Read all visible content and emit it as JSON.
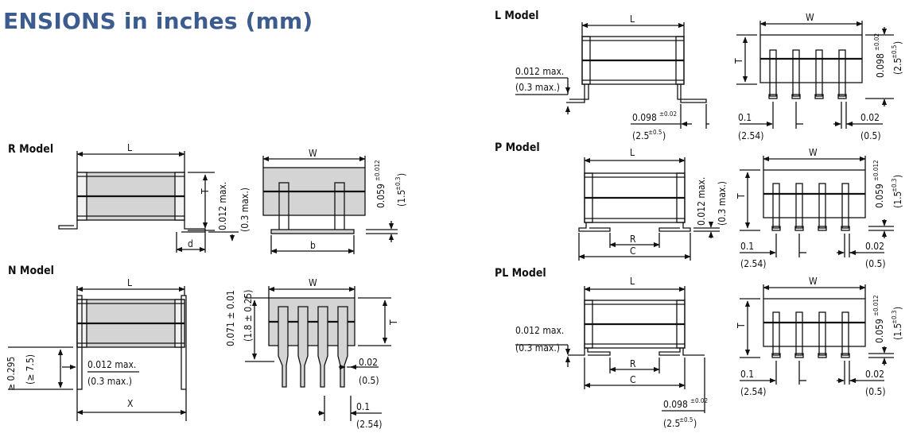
{
  "title": "ENSIONS in inches (mm)",
  "models": {
    "r": {
      "label": "R Model"
    },
    "n": {
      "label": "N Model"
    },
    "l": {
      "label": "L Model"
    },
    "p": {
      "label": "P Model"
    },
    "pl": {
      "label": "PL Model"
    }
  },
  "dims": {
    "L": "L",
    "W": "W",
    "T": "T",
    "d": "d",
    "b": "b",
    "R": "R",
    "C": "C",
    "X": "X",
    "max_in": "0.012 max.",
    "max_mm": "(0.3 max.)",
    "h059": "0.059",
    "h059_tol": "±0.012",
    "mm15": "(1.5",
    "mm15_tol": "±0.3",
    "h098": "0.098",
    "h098_tol": "±0.02",
    "mm25": "(2.5",
    "mm25_tol": "±0.5",
    "pitch_in": "0.1",
    "pitch_mm": "(2.54)",
    "gap_in": "0.02",
    "gap_mm": "(0.5)",
    "n_height_in": "0.071 ± 0.01",
    "n_height_mm": "(1.8 ± 0.25)",
    "n_len_in": "≥ 0.295",
    "n_len_mm": "(≥ 7.5)"
  },
  "colors": {
    "title": "#3c5b8f",
    "body_fill": "#d4d4d4",
    "line": "#111111"
  }
}
